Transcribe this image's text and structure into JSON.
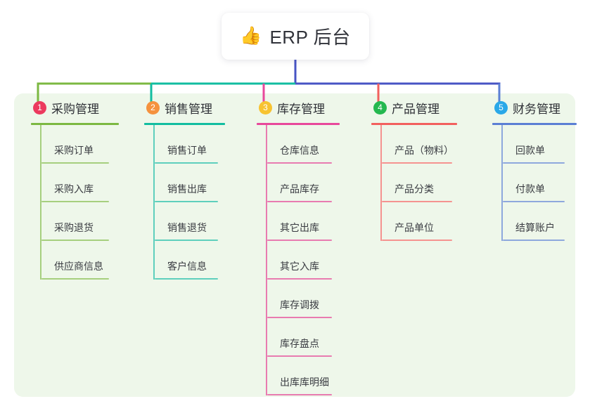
{
  "root": {
    "icon": "thumbs-up-emoji",
    "emoji": "👍",
    "title": "ERP 后台"
  },
  "palette": {
    "panel_bg": "#eef7ea",
    "page_bg": "#ffffff",
    "root_stem": "#4754c4",
    "branch_1": "#7cb842",
    "branch_2": "#12bda0",
    "branch_3": "#e8489b",
    "branch_4": "#f2605e",
    "branch_5": "#5b7fd4",
    "badge_1": "#ec3a5e",
    "badge_2": "#f5923e",
    "badge_3": "#f7c331",
    "badge_4": "#24b84f",
    "badge_5": "#2aa8e8"
  },
  "branches": [
    {
      "number": "1",
      "title": "采购管理",
      "badge_color": "#ec3a5e",
      "line_color": "#7cb842",
      "leaf_color": "#a6cf7e",
      "items": [
        {
          "label": "采购订单"
        },
        {
          "label": "采购入库"
        },
        {
          "label": "采购退货"
        },
        {
          "label": "供应商信息"
        }
      ]
    },
    {
      "number": "2",
      "title": "销售管理",
      "badge_color": "#f5923e",
      "line_color": "#12bda0",
      "leaf_color": "#5ecfbd",
      "items": [
        {
          "label": "销售订单"
        },
        {
          "label": "销售出库"
        },
        {
          "label": "销售退货"
        },
        {
          "label": "客户信息"
        }
      ]
    },
    {
      "number": "3",
      "title": "库存管理",
      "badge_color": "#f7c331",
      "line_color": "#e8489b",
      "leaf_color": "#e87bb0",
      "items": [
        {
          "label": "仓库信息"
        },
        {
          "label": "产品库存"
        },
        {
          "label": "其它出库"
        },
        {
          "label": "其它入库"
        },
        {
          "label": "库存调拨"
        },
        {
          "label": "库存盘点"
        },
        {
          "label": "出库库明细"
        }
      ]
    },
    {
      "number": "4",
      "title": "产品管理",
      "badge_color": "#24b84f",
      "line_color": "#f2605e",
      "leaf_color": "#f59390",
      "items": [
        {
          "label": "产品（物料）"
        },
        {
          "label": "产品分类"
        },
        {
          "label": "产品单位"
        }
      ]
    },
    {
      "number": "5",
      "title": "财务管理",
      "badge_color": "#2aa8e8",
      "line_color": "#5b7fd4",
      "leaf_color": "#8ea8dd",
      "items": [
        {
          "label": "回款单"
        },
        {
          "label": "付款单"
        },
        {
          "label": "结算账户"
        }
      ]
    }
  ],
  "layout": {
    "branch_x": [
      24,
      185,
      345,
      508,
      680
    ],
    "branch_width": [
      125,
      115,
      118,
      122,
      120
    ],
    "leaf_width": [
      96,
      90,
      92,
      100,
      88
    ]
  }
}
